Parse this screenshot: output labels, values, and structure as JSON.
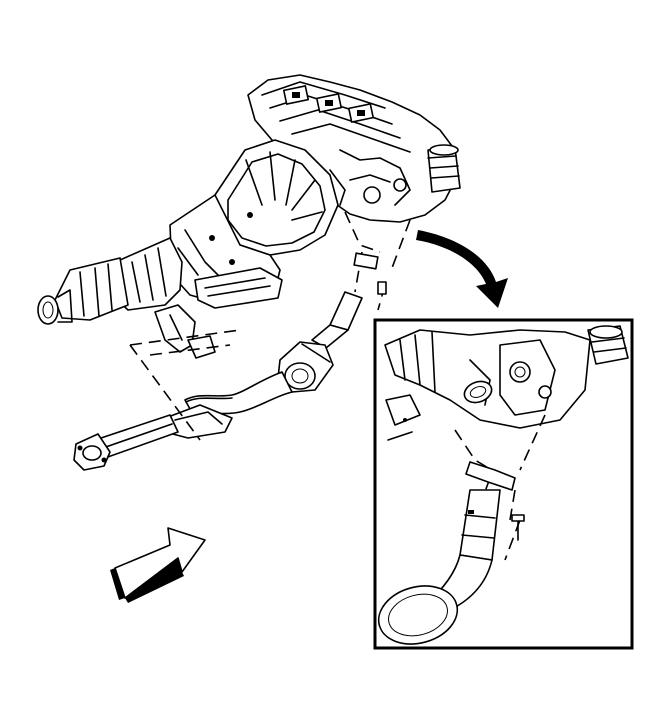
{
  "figure": {
    "colors": {
      "line": "#000000",
      "background": "#ffffff"
    },
    "detail_inset": {
      "frame": "rectangle",
      "shows": "enlarged-flange-joint"
    },
    "direction_indicator": {
      "icon": "arrow-icon",
      "points": "up-right"
    },
    "callout_indicator": {
      "icon": "curved-arrow-icon",
      "points": "down-right"
    }
  }
}
